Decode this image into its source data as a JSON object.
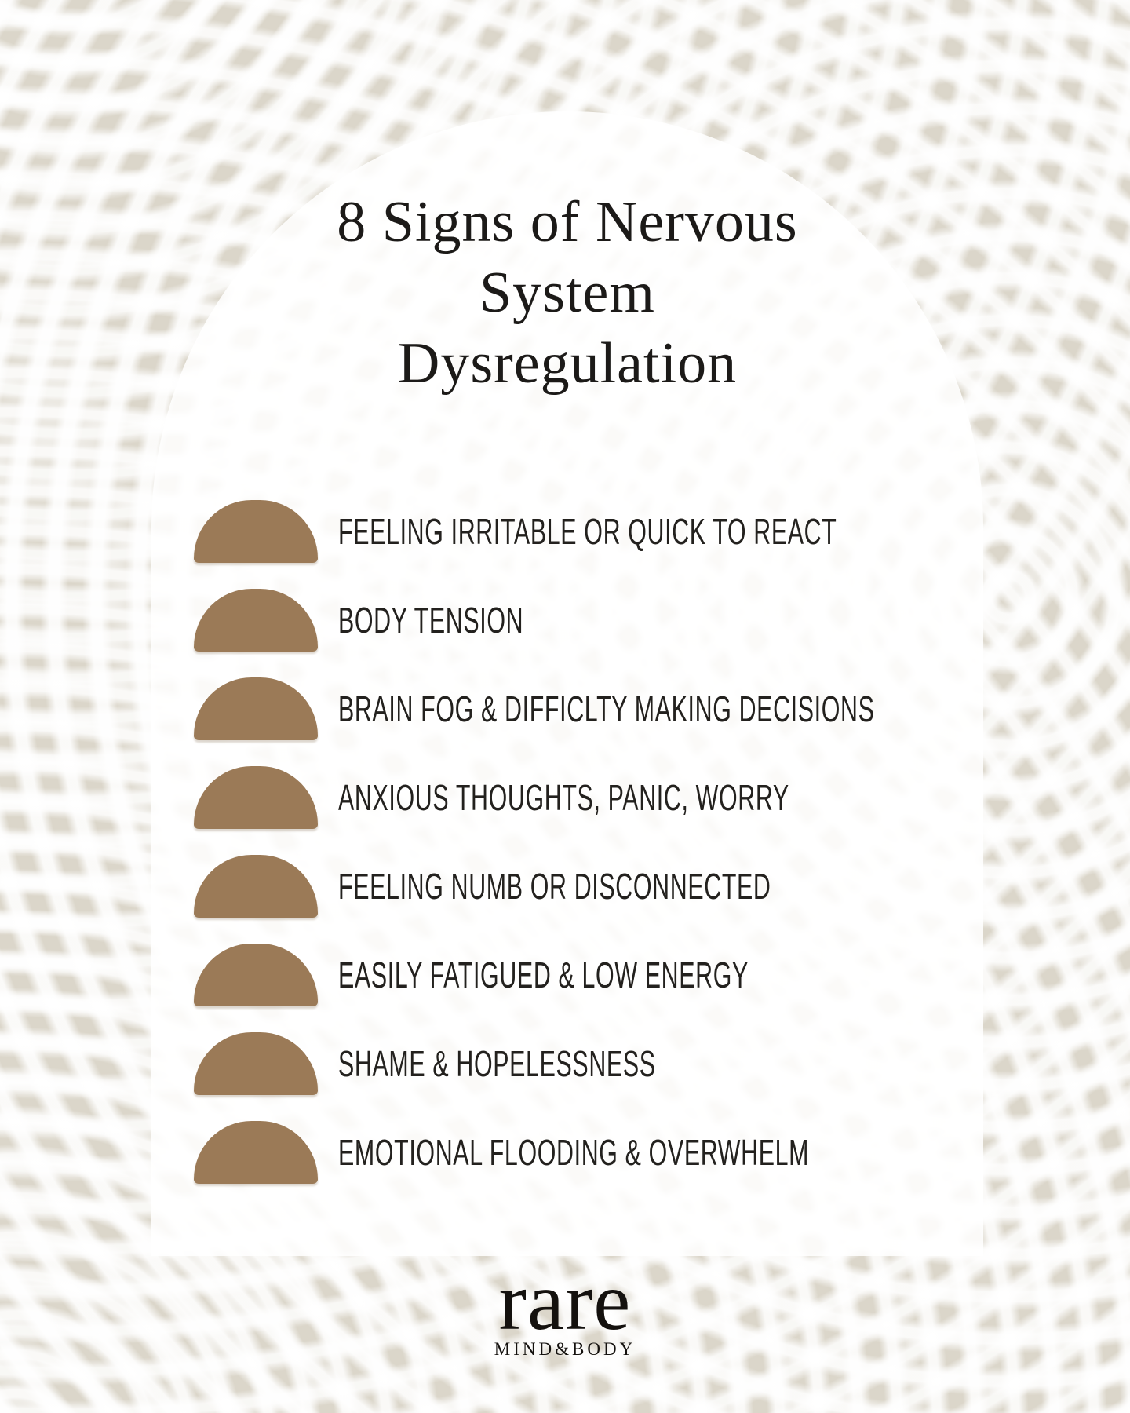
{
  "poster": {
    "title_lines": [
      "8 Signs of Nervous",
      "System",
      "Dysregulation"
    ],
    "items": [
      {
        "label": "FEELING IRRITABLE OR QUICK TO REACT"
      },
      {
        "label": "BODY TENSION"
      },
      {
        "label": "BRAIN FOG & DIFFICLTY MAKING DECISIONS"
      },
      {
        "label": "ANXIOUS THOUGHTS, PANIC, WORRY"
      },
      {
        "label": "FEELING NUMB OR DISCONNECTED"
      },
      {
        "label": "EASILY FATIGUED & LOW ENERGY"
      },
      {
        "label": "SHAME & HOPELESSNESS"
      },
      {
        "label": "EMOTIONAL FLOODING & OVERWHELM"
      }
    ],
    "bullet_icon": "arch-dome-icon",
    "logo": {
      "name": "rare",
      "tagline": "MIND&BODY"
    },
    "colors": {
      "background_beige": "#dbd6ca",
      "ring_lines": "#ffffff",
      "arch_panel": "#faf9f6",
      "bullet_brown": "#9b7a57",
      "text": "#1c1a18"
    }
  }
}
